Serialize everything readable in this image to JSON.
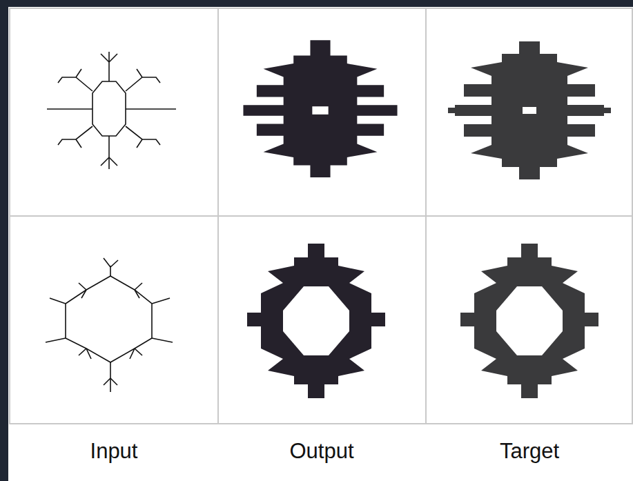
{
  "diagram": {
    "labels": [
      "Input",
      "Output",
      "Target"
    ]
  }
}
